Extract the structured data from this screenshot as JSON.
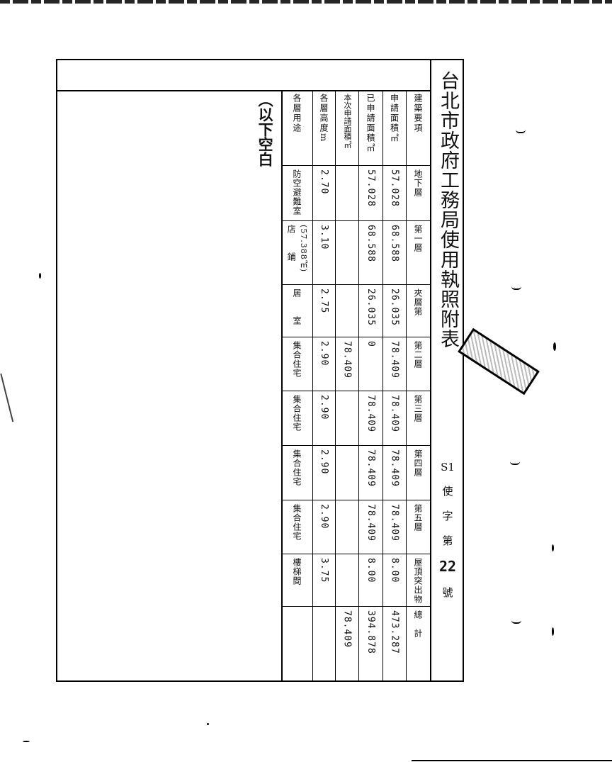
{
  "title": "台北市政府工務局使用執照附表",
  "permit_number": {
    "prefix": "S1",
    "chars": [
      "使",
      "字",
      "第"
    ],
    "number": "22",
    "suffix": "號"
  },
  "stamp_text": "",
  "blank_note": "（以下空白",
  "table": {
    "row_labels": {
      "header": "建築要項",
      "applied_area": "申請面積㎡",
      "previously_applied": "已申請面積㎡",
      "current_applied": "本次申請面積㎡",
      "floor_height": "各層高度m",
      "usage": "各層用途"
    },
    "columns": [
      {
        "header": "地下層",
        "applied": "57.028",
        "previous": "57.028",
        "current": "",
        "height": "2.70",
        "usage": "防空避難室"
      },
      {
        "header": "第一層",
        "applied": "68.588",
        "previous": "68.588",
        "current": "",
        "height": "3.10",
        "usage": "店　　鋪",
        "usage_note": "(57.388㎡)"
      },
      {
        "header": "夾層第",
        "applied": "26.035",
        "previous": "26.035",
        "current": "",
        "height": "2.75",
        "usage": "居　　室"
      },
      {
        "header": "第二層",
        "applied": "78.409",
        "previous": "0",
        "current": "78.409",
        "height": "2.90",
        "usage": "集合住宅"
      },
      {
        "header": "第三層",
        "applied": "78.409",
        "previous": "78.409",
        "current": "",
        "height": "2.90",
        "usage": "集合住宅"
      },
      {
        "header": "第四層",
        "applied": "78.409",
        "previous": "78.409",
        "current": "",
        "height": "2.90",
        "usage": "集合住宅"
      },
      {
        "header": "第五層",
        "applied": "78.409",
        "previous": "78.409",
        "current": "",
        "height": "2.90",
        "usage": "集合住宅"
      },
      {
        "header": "屋頂突出物",
        "applied": "8.00",
        "previous": "8.00",
        "current": "",
        "height": "3.75",
        "usage": "樓梯間"
      },
      {
        "header": "總　計",
        "applied": "473.287",
        "previous": "394.878",
        "current": "78.409",
        "height": "",
        "usage": ""
      }
    ]
  }
}
